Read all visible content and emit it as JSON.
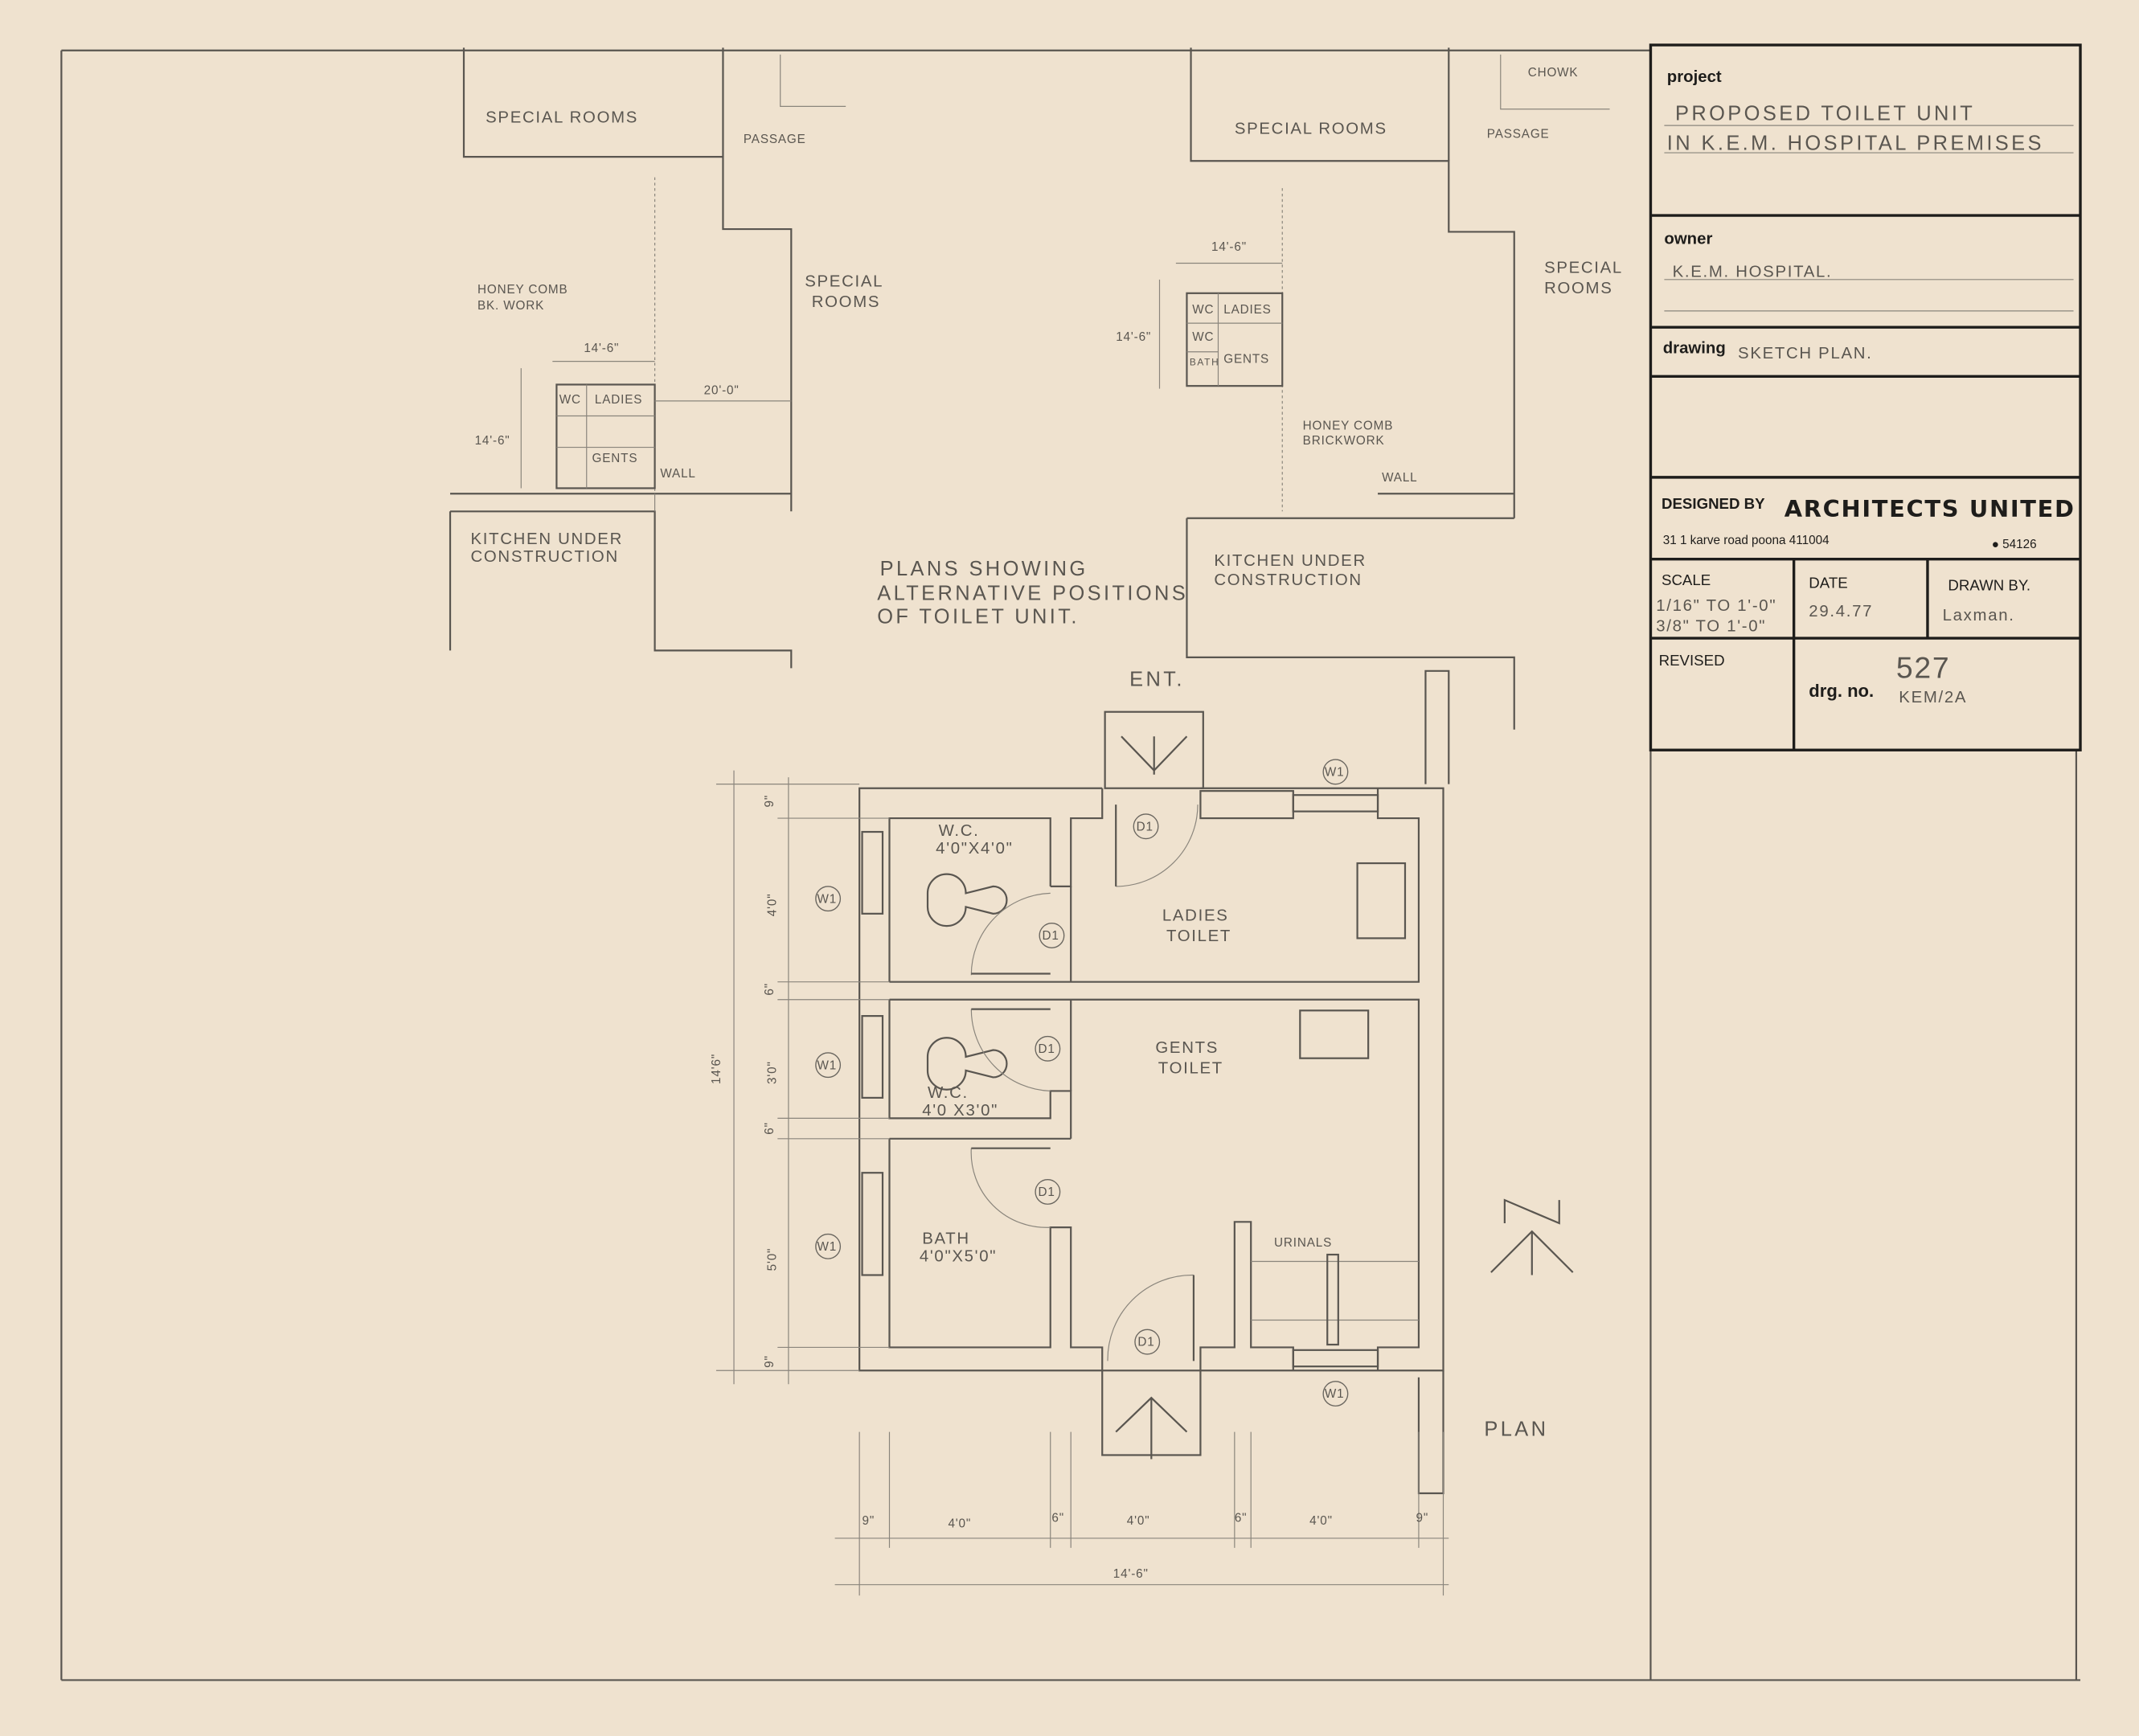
{
  "title_block": {
    "project_label": "project",
    "project_line1": "PROPOSED TOILET UNIT",
    "project_line2": "IN K.E.M. HOSPITAL PREMISES",
    "owner_label": "owner",
    "owner_value": "K.E.M. HOSPITAL.",
    "drawing_label": "drawing",
    "drawing_value": "SKETCH PLAN.",
    "designed_by_label": "DESIGNED BY",
    "firm_name": "ARCHITECTS UNITED",
    "firm_address": "31  1 karve road poona 411004",
    "firm_phone": "● 54126",
    "scale_label": "SCALE",
    "scale_line1": "1/16\" TO 1'-0\"",
    "scale_line2": "3/8\" TO 1'-0\"",
    "date_label": "DATE",
    "date_value": "29.4.77",
    "drawn_by_label": "DRAWN BY.",
    "drawn_by_value": "Laxman.",
    "revised_label": "REVISED",
    "drg_no_label": "drg. no.",
    "drg_no_number": "527",
    "drg_no_code": "KEM/2A"
  },
  "site_plans": {
    "caption_line1": "PLANS SHOWING",
    "caption_line2": "ALTERNATIVE POSITIONS",
    "caption_line3": "OF TOILET UNIT.",
    "left": {
      "special_rooms_top": "SPECIAL ROOMS",
      "passage": "PASSAGE",
      "special_rooms_side_1": "SPECIAL",
      "special_rooms_side_2": "ROOMS",
      "honeycomb_1": "HONEY COMB",
      "honeycomb_2": "BK. WORK",
      "dim_width": "14'-6\"",
      "dim_height": "14'-6\"",
      "dim_distance": "20'-0\"",
      "wc": "WC",
      "ladies": "LADIES",
      "gents": "GENTS",
      "wall": "WALL",
      "kitchen_1": "KITCHEN UNDER",
      "kitchen_2": "CONSTRUCTION"
    },
    "right": {
      "chowk": "CHOWK",
      "special_rooms_top": "SPECIAL ROOMS",
      "passage": "PASSAGE",
      "special_rooms_side_1": "SPECIAL",
      "special_rooms_side_2": "ROOMS",
      "dim_width": "14'-6\"",
      "dim_height": "14'-6\"",
      "wc1": "WC",
      "wc2": "WC",
      "bath": "BATH",
      "ladies": "LADIES",
      "gents": "GENTS",
      "honeycomb_1": "HONEY COMB",
      "honeycomb_2": "BRICKWORK",
      "wall": "WALL",
      "kitchen_1": "KITCHEN UNDER",
      "kitchen_2": "CONSTRUCTION"
    }
  },
  "plan": {
    "title": "PLAN",
    "entrance": "ENT.",
    "north": "N",
    "rooms": {
      "wc1_name": "W.C.",
      "wc1_size": "4'0\"X4'0\"",
      "ladies_1": "LADIES",
      "ladies_2": "TOILET",
      "gents_1": "GENTS",
      "gents_2": "TOILET",
      "wc2_name": "W.C.",
      "wc2_size": "4'0 X3'0\"",
      "bath_name": "BATH",
      "bath_size": "4'0\"X5'0\"",
      "urinals": "URINALS"
    },
    "tags": {
      "door": "D1",
      "window": "W1"
    },
    "dims_vertical": [
      "9\"",
      "4'0\"",
      "6\"",
      "3'0\"",
      "6\"",
      "5'0\"",
      "9\""
    ],
    "dim_vertical_total": "14'6\"",
    "dims_horizontal": [
      "9\"",
      "4'0\"",
      "6\"",
      "4'0\"",
      "6\"",
      "4'0\"",
      "9\""
    ],
    "dim_horizontal_total": "14'-6\""
  }
}
